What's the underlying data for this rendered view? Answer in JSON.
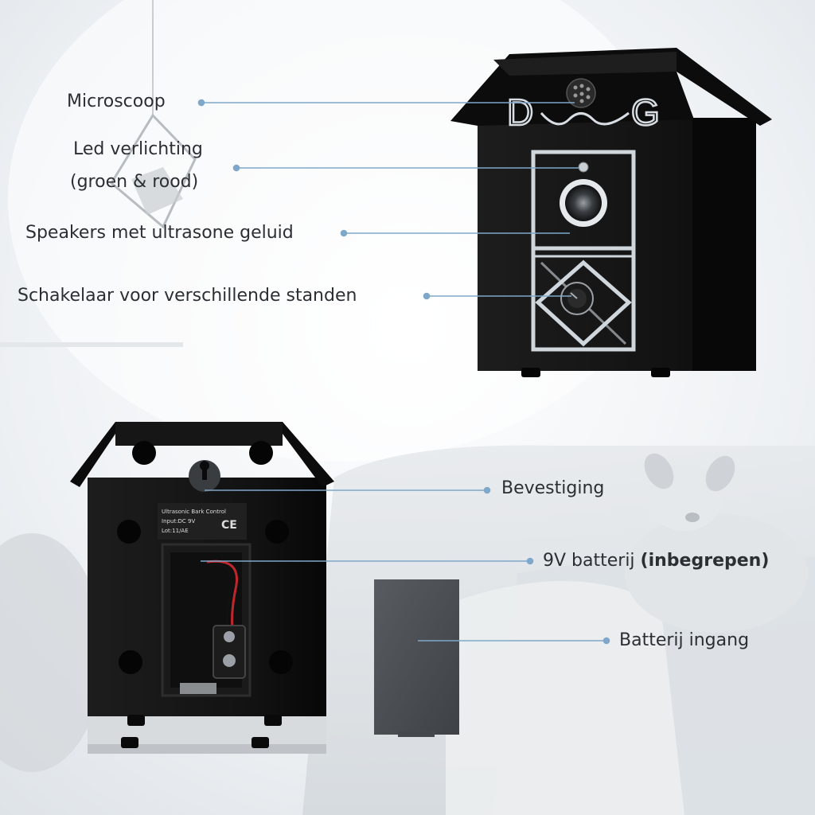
{
  "labels": {
    "microphone": "Microscoop",
    "led_line1": "Led verlichting",
    "led_line2": "(groen & rood)",
    "speakers": "Speakers met ultrasone geluid",
    "switch": "Schakelaar voor verschillende standen",
    "mount": "Bevestiging",
    "battery_prefix": "9V batterij",
    "battery_bold": "(inbegrepen)",
    "battery_door": "Batterij ingang"
  },
  "device_front": {
    "logo_d": "D",
    "logo_g": "G"
  },
  "device_back": {
    "sticker_line1": "Ultrasonic Bark Control",
    "sticker_line2": "Input:DC 9V",
    "sticker_line3": "Lot:11/AE",
    "sticker_ce": "CE"
  },
  "colors": {
    "callout_line": "#7fa7c9",
    "device_body": "#141414",
    "frame": "#cfd6dc"
  }
}
